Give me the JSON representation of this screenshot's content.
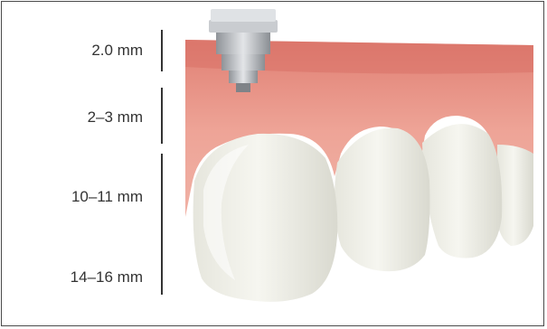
{
  "measurements": [
    {
      "label": "2.0 mm"
    },
    {
      "label": "2–3 mm"
    },
    {
      "label": "10–11 mm"
    },
    {
      "label": "14–16 mm"
    }
  ],
  "colors": {
    "gingiva": "#e89a8c",
    "gingiva_shadow": "#c8685c",
    "tooth": "#f2f1ea",
    "tooth_shade": "#d8d8cf",
    "implant_metal": "#b9bcc0",
    "implant_cap": "#d7dadd",
    "frame_border": "#4a4a4a",
    "label_text": "#333333"
  },
  "icons": {
    "implant": "implant-abutment-icon"
  }
}
